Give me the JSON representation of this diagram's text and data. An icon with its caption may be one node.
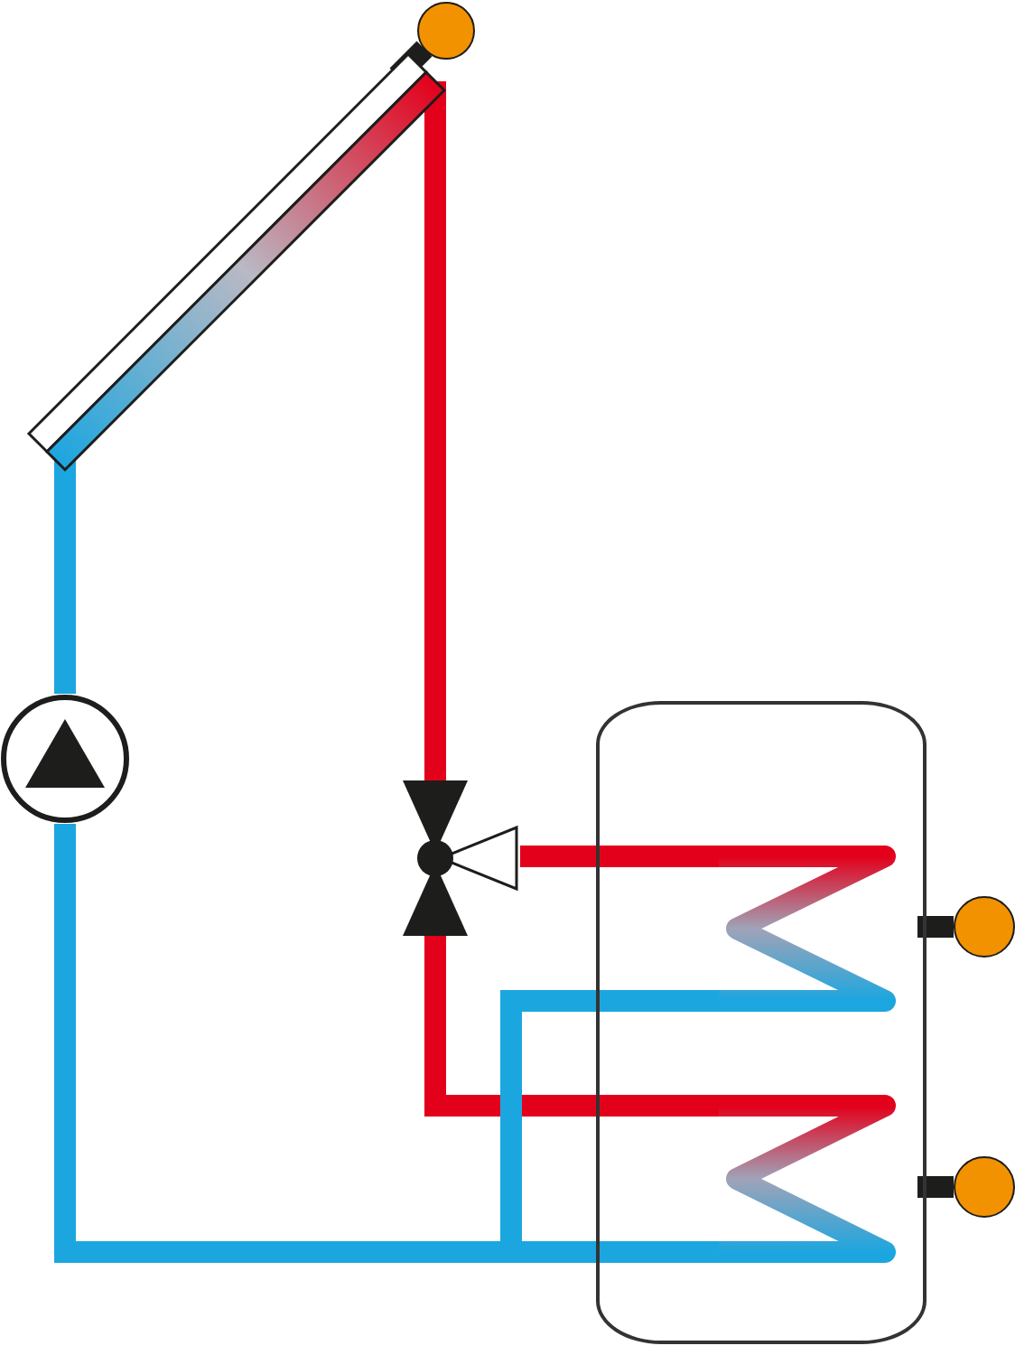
{
  "diagram": {
    "nodes": [
      {
        "text": [],
        "shape": "panel"
      },
      {
        "text": [],
        "shape": "circle"
      },
      {
        "text": [],
        "shape": "pump"
      },
      {
        "text": [],
        "shape": "valve"
      },
      {
        "text": [],
        "shape": "cylinder"
      },
      {
        "text": [],
        "shape": "coil",
        "in": 4
      },
      {
        "text": [],
        "shape": "coil",
        "in": 4
      },
      {
        "text": [],
        "shape": "circle"
      },
      {
        "text": [],
        "shape": "circle"
      }
    ],
    "edges": [
      {
        "from": 0,
        "to": 3,
        "arrow": "none",
        "color": "#e3001b"
      },
      {
        "from": 3,
        "to": 5,
        "arrow": "none",
        "color": "#e3001b"
      },
      {
        "from": 3,
        "to": 6,
        "arrow": "none",
        "color": "#e3001b"
      },
      {
        "from": 5,
        "to": 2,
        "arrow": "none",
        "color": "#1ca6df"
      },
      {
        "from": 6,
        "to": 2,
        "arrow": "none",
        "color": "#1ca6df"
      },
      {
        "from": 2,
        "to": 0,
        "arrow": "none",
        "color": "#1ca6df"
      },
      {
        "from": 1,
        "to": 0,
        "arrow": "none",
        "color": "#1d1d1b"
      },
      {
        "from": 7,
        "to": 4,
        "arrow": "none",
        "color": "#1d1d1b"
      },
      {
        "from": 8,
        "to": 4,
        "arrow": "none",
        "color": "#1d1d1b"
      }
    ]
  }
}
